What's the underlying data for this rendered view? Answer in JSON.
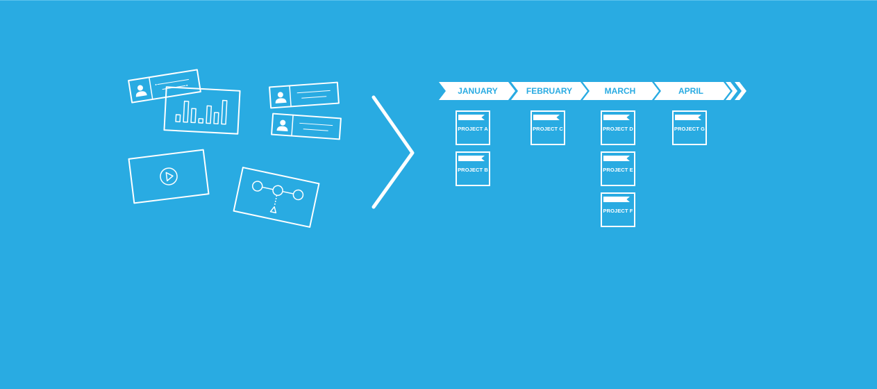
{
  "timeline": {
    "months": [
      {
        "label": "JANUARY"
      },
      {
        "label": "FEBRUARY"
      },
      {
        "label": "MARCH"
      },
      {
        "label": "APRIL"
      }
    ]
  },
  "projects": [
    {
      "label": "PROJECT A",
      "month": "JANUARY"
    },
    {
      "label": "PROJECT B",
      "month": "JANUARY"
    },
    {
      "label": "PROJECT C",
      "month": "FEBRUARY"
    },
    {
      "label": "PROJECT D",
      "month": "MARCH"
    },
    {
      "label": "PROJECT E",
      "month": "MARCH"
    },
    {
      "label": "PROJECT F",
      "month": "MARCH"
    },
    {
      "label": "PROJECT G",
      "month": "APRIL"
    }
  ],
  "colors": {
    "background": "#29abe2",
    "foreground": "#ffffff"
  },
  "icons": [
    "user-icon",
    "bar-chart-icon",
    "play-icon",
    "workflow-icon",
    "chevron-right-icon"
  ]
}
